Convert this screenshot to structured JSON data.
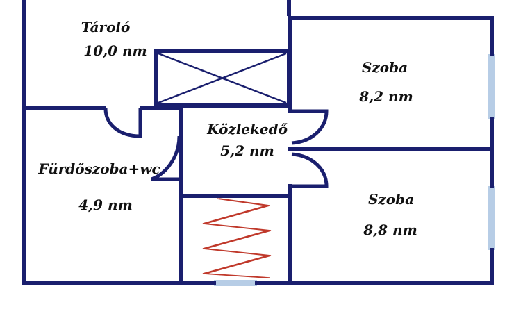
{
  "floorplan": {
    "colors": {
      "wall": "#1a1f6e",
      "window": "#b7cde6",
      "stair": "#c0392b",
      "background": "#ffffff"
    },
    "rooms": [
      {
        "id": "storage",
        "name": "Tároló",
        "area": "10,0 nm"
      },
      {
        "id": "room-1",
        "name": "Szoba",
        "area": "8,2 nm"
      },
      {
        "id": "corridor",
        "name": "Közlekedő",
        "area": "5,2 nm"
      },
      {
        "id": "bathroom",
        "name": "Fürdőszoba+wc",
        "area": "4,9 nm"
      },
      {
        "id": "room-2",
        "name": "Szoba",
        "area": "8,8 nm"
      }
    ],
    "fixtures": [
      {
        "id": "void",
        "icon": "cross-box-icon"
      },
      {
        "id": "stairs",
        "icon": "zigzag-stair-icon"
      }
    ]
  }
}
